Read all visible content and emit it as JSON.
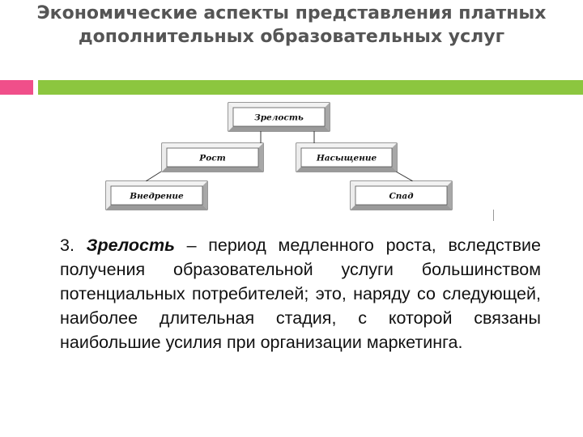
{
  "slide": {
    "title": "Экономические аспекты представления платных дополнительных образовательных услуг",
    "colors": {
      "accent_pink": "#f04f8a",
      "accent_green": "#8cc63f",
      "title": "#555555"
    }
  },
  "diagram": {
    "boxes": {
      "maturity": "Зрелость",
      "growth": "Рост",
      "saturation": "Насыщение",
      "introduction": "Внедрение",
      "decline": "Спад"
    }
  },
  "body": {
    "number": "3.",
    "term": "Зрелость",
    "text": " – период медленного роста, вследствие получения образовательной услуги большинством потенциальных потребителей; это, наряду со следующей, наиболее длительная стадия, с которой связаны наибольшие усилия при организации маркетинга."
  }
}
